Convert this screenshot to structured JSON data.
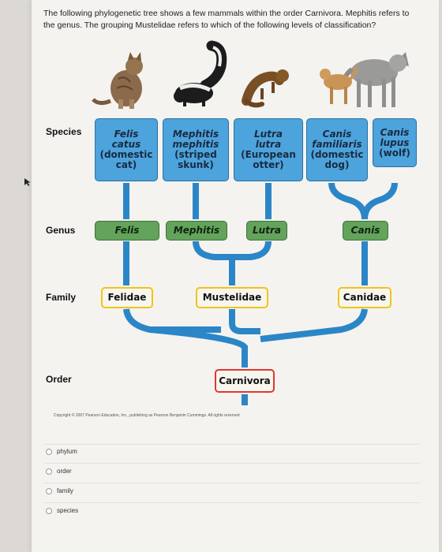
{
  "question": {
    "text": "The following phylogenetic tree shows a few mammals within the order Carnivora. Mephitis refers to the genus. The grouping Mustelidae refers to which of the following levels of classification?"
  },
  "ranks": {
    "species": "Species",
    "genus": "Genus",
    "family": "Family",
    "order": "Order"
  },
  "species": [
    {
      "lines": [
        "Felis",
        "catus"
      ],
      "common": [
        "(domestic",
        "cat)"
      ]
    },
    {
      "lines": [
        "Mephitis",
        "mephitis"
      ],
      "common": [
        "(striped",
        "skunk)"
      ]
    },
    {
      "lines": [
        "Lutra",
        "lutra"
      ],
      "common": [
        "(European",
        "otter)"
      ]
    },
    {
      "lines": [
        "Canis",
        "familiaris"
      ],
      "common": [
        "(domestic",
        "dog)"
      ]
    },
    {
      "lines": [
        "Canis",
        "lupus"
      ],
      "common": [
        "(wolf)"
      ]
    }
  ],
  "genera": [
    "Felis",
    "Mephitis",
    "Lutra",
    "Canis"
  ],
  "families": [
    "Felidae",
    "Mustelidae",
    "Canidae"
  ],
  "order_name": "Carnivora",
  "copyright": "Copyright © 2007 Pearson Education, Inc., publishing as Pearson Benjamin Cummings. All rights reserved.",
  "options": [
    "phylum",
    "order",
    "family",
    "species"
  ],
  "colors": {
    "branch": "#2b86c7",
    "species_box": "#4da3dc",
    "genus_box": "#63a35c",
    "family_border": "#f0c419",
    "order_border": "#e0372e"
  },
  "icons": [
    "cat-illustration",
    "skunk-illustration",
    "otter-illustration",
    "dog-and-wolf-illustration"
  ]
}
